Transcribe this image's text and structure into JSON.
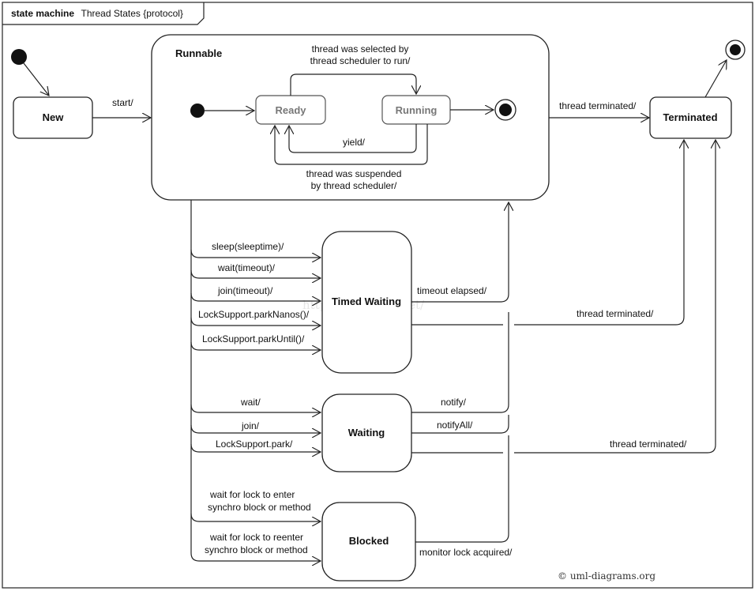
{
  "frame": {
    "keyword": "state machine",
    "name": "Thread States {protocol}"
  },
  "states": {
    "new": "New",
    "runnable": "Runnable",
    "ready": "Ready",
    "running": "Running",
    "terminated": "Terminated",
    "timed_waiting": "Timed Waiting",
    "waiting": "Waiting",
    "blocked": "Blocked"
  },
  "transitions": {
    "start": "start/",
    "selected_1": "thread was selected by",
    "selected_2": "thread scheduler to run/",
    "yield": "yield/",
    "suspended_1": "thread was suspended",
    "suspended_2": "by thread scheduler/",
    "runnable_terminated": "thread terminated/",
    "sleep": "sleep(sleeptime)/",
    "wait_timeout": "wait(timeout)/",
    "join_timeout": "join(timeout)/",
    "park_nanos": "LockSupport.parkNanos()/",
    "park_until": "LockSupport.parkUntil()/",
    "timeout_elapsed": "timeout elapsed/",
    "timed_terminated": "thread terminated/",
    "wait": "wait/",
    "join": "join/",
    "park": "LockSupport.park/",
    "notify": "notify/",
    "notify_all": "notifyAll/",
    "waiting_terminated": "thread terminated/",
    "lock_enter_1": "wait for lock to enter",
    "lock_enter_2": "synchro block or method",
    "lock_reenter_1": "wait for lock to reenter",
    "lock_reenter_2": "synchro block or method",
    "monitor_acquired": "monitor lock acquired/"
  },
  "watermark": "http://blog.csdn.net/",
  "copyright": "© uml-diagrams.org",
  "colors": {
    "line": "#222222",
    "substate_text": "#777777",
    "background": "#ffffff"
  }
}
